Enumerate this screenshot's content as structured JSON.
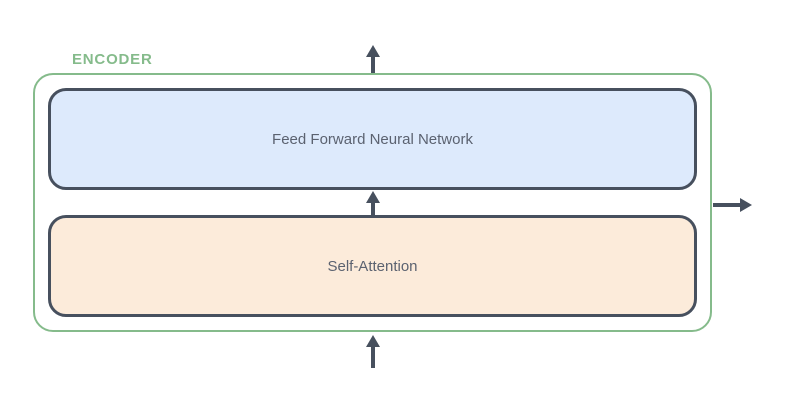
{
  "diagram": {
    "title": "ENCODER",
    "blocks": [
      {
        "id": "feed_forward",
        "label": "Feed Forward Neural Network"
      },
      {
        "id": "self_attention",
        "label": "Self-Attention"
      }
    ],
    "arrows": [
      {
        "name": "encoder-output-arrow-top",
        "direction": "up"
      },
      {
        "name": "self-attention-to-feed-forward-arrow",
        "direction": "up"
      },
      {
        "name": "encoder-input-arrow-bottom",
        "direction": "up"
      },
      {
        "name": "encoder-output-arrow-right",
        "direction": "right"
      }
    ]
  },
  "colors": {
    "green": "#85BB8B",
    "dark": "#47505E",
    "blue_fill": "#DDEAFC",
    "orange_fill": "#FCEBDA",
    "label_text": "#5B6270"
  }
}
